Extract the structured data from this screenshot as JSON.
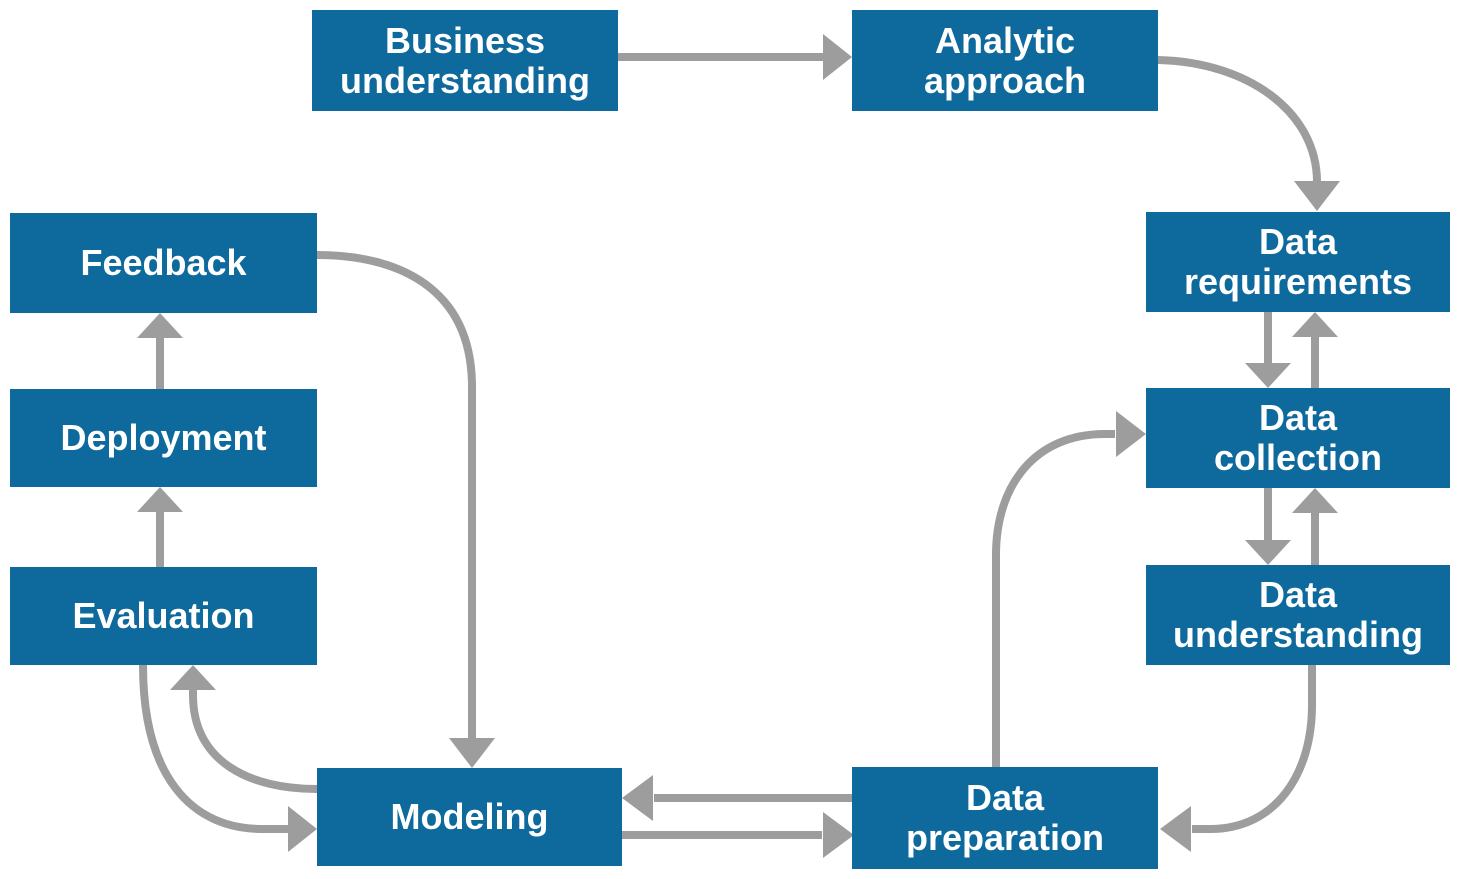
{
  "diagram": {
    "type": "flowchart",
    "nodes": {
      "business_understanding": "Business\nunderstanding",
      "analytic_approach": "Analytic\napproach",
      "data_requirements": "Data\nrequirements",
      "data_collection": "Data\ncollection",
      "data_understanding": "Data\nunderstanding",
      "data_preparation": "Data\npreparation",
      "modeling": "Modeling",
      "evaluation": "Evaluation",
      "deployment": "Deployment",
      "feedback": "Feedback"
    },
    "edges": [
      {
        "from": "business_understanding",
        "to": "analytic_approach"
      },
      {
        "from": "analytic_approach",
        "to": "data_requirements"
      },
      {
        "from": "data_requirements",
        "to": "data_collection"
      },
      {
        "from": "data_collection",
        "to": "data_requirements"
      },
      {
        "from": "data_collection",
        "to": "data_understanding"
      },
      {
        "from": "data_understanding",
        "to": "data_collection"
      },
      {
        "from": "data_understanding",
        "to": "data_preparation"
      },
      {
        "from": "data_preparation",
        "to": "data_collection"
      },
      {
        "from": "data_preparation",
        "to": "modeling"
      },
      {
        "from": "modeling",
        "to": "data_preparation"
      },
      {
        "from": "modeling",
        "to": "evaluation"
      },
      {
        "from": "evaluation",
        "to": "modeling"
      },
      {
        "from": "evaluation",
        "to": "deployment"
      },
      {
        "from": "deployment",
        "to": "feedback"
      },
      {
        "from": "feedback",
        "to": "modeling"
      }
    ],
    "colors": {
      "node_fill": "#0e699c",
      "node_text": "#ffffff",
      "arrow": "#9d9d9d",
      "background": "#ffffff"
    }
  }
}
